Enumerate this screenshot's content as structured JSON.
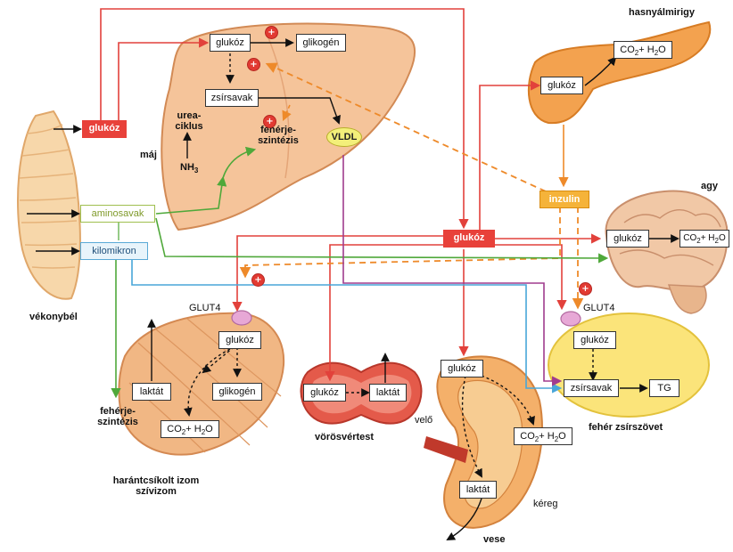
{
  "organs": {
    "pancreas": "hasnyálmirigy",
    "brain": "agy",
    "liver": "máj",
    "intestine": "vékonybél",
    "muscle_line1": "harántcsíkolt izom",
    "muscle_line2": "szívizom",
    "rbc": "vörösvértest",
    "adipose": "fehér zsírszövet",
    "kidney": "vese",
    "medulla": "velő",
    "cortex": "kéreg"
  },
  "metabolites": {
    "glucose": "glukóz",
    "glycogen": "glikogén",
    "fatty_acids": "zsírsavak",
    "urea_line1": "urea-",
    "urea_line2": "ciklus",
    "protein_synth_line1": "fehérje-",
    "protein_synth_line2": "szintézis",
    "vldl": "VLDL",
    "nh3": "NH",
    "nh3_sub": "3",
    "amino_acids": "aminosavak",
    "chylomicron": "kilomikron",
    "insulin": "inzulin",
    "co2": "CO",
    "co2_sub": "2",
    "h2o_pre": "+ H",
    "h2o_sub": "2",
    "h2o_post": "O",
    "lactate": "laktát",
    "glut4": "GLUT4",
    "tg": "TG",
    "plus_sign": "+"
  },
  "colors": {
    "glucose_path": "#e2413b",
    "insulin_path": "#ee8a2a",
    "amino_path": "#4fa83a",
    "chylo_path": "#48a6d9",
    "vldl_path": "#a03c8e",
    "liver_fill": "#f5c49a",
    "pancreas_fill": "#f3a24f",
    "brain_fill": "#f1c8a6",
    "adipose_fill": "#fbe47a",
    "muscle_fill": "#f1b784",
    "rbc_fill": "#e45a4a",
    "kidney_fill": "#f4b06a"
  }
}
